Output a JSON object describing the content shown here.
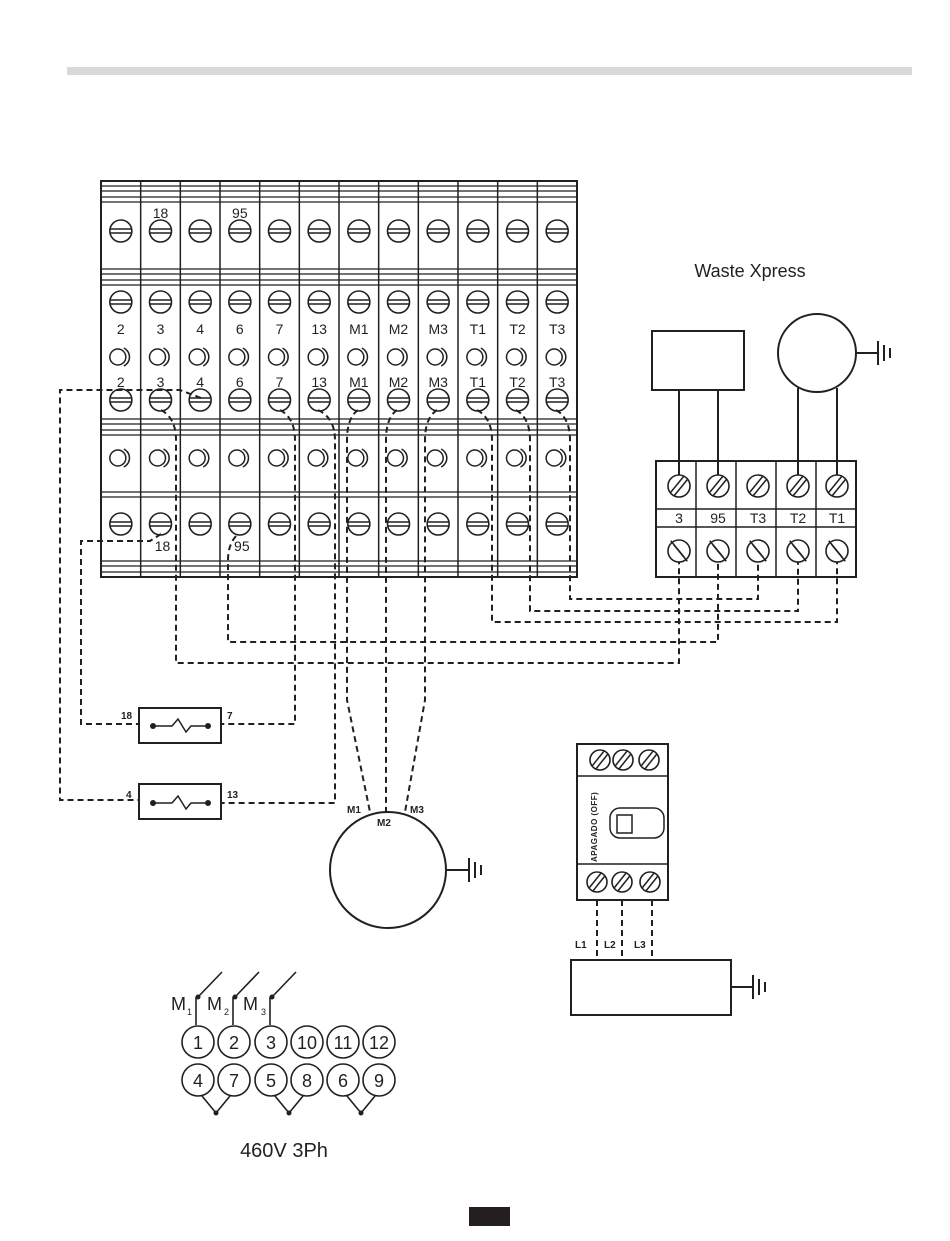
{
  "header_bar_color": "#d9d9d9",
  "ink_color": "#231f20",
  "terminal_strip": {
    "top_labels": [
      "",
      "18",
      "",
      "95",
      "",
      "",
      "",
      "",
      "",
      "",
      "",
      ""
    ],
    "row1_labels": [
      "2",
      "3",
      "4",
      "6",
      "7",
      "13",
      "M1",
      "M2",
      "M3",
      "T1",
      "T2",
      "T3"
    ],
    "row2_labels": [
      "2",
      "3",
      "4",
      "6",
      "7",
      "13",
      "M1",
      "M2",
      "M3",
      "T1",
      "T2",
      "T3"
    ],
    "bottom_labels": [
      "",
      "18",
      "",
      "95",
      "",
      "",
      "",
      "",
      "",
      "",
      "",
      ""
    ]
  },
  "waste_xpress": {
    "title": "Waste Xpress",
    "terminal_labels": [
      "3",
      "95",
      "T3",
      "T2",
      "T1"
    ]
  },
  "sensors": [
    {
      "left": "18",
      "right": "7"
    },
    {
      "left": "4",
      "right": "13"
    }
  ],
  "motor": {
    "leads": [
      "M1",
      "M2",
      "M3"
    ]
  },
  "disconnect": {
    "label": "APAGADO (OFF)",
    "lines": [
      "L1",
      "L2",
      "L3"
    ]
  },
  "wiring_config": {
    "leads": [
      {
        "main": "M",
        "sub": "1"
      },
      {
        "main": "M",
        "sub": "2"
      },
      {
        "main": "M",
        "sub": "3"
      }
    ],
    "row1": [
      "1",
      "2",
      "3",
      "10",
      "11",
      "12"
    ],
    "row2": [
      "4",
      "7",
      "5",
      "8",
      "6",
      "9"
    ],
    "voltage": "460V 3Ph"
  },
  "icons": [
    "screw-terminal-icon",
    "ground-symbol-icon",
    "thermistor-symbol-icon",
    "motor-icon"
  ]
}
